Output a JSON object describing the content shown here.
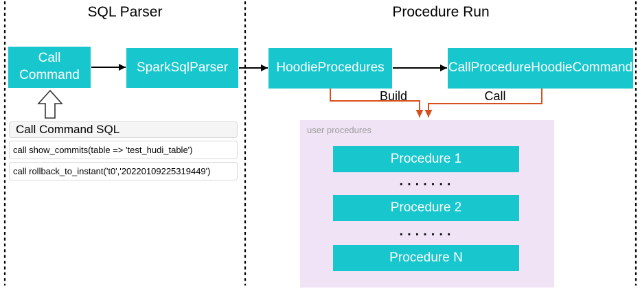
{
  "sections": {
    "sql_parser_title": "SQL Parser",
    "procedure_run_title": "Procedure Run"
  },
  "nodes": {
    "call_command": "Call Command",
    "spark_sql_parser": "SparkSqlParser",
    "hoodie_procedures": "HoodieProcedures",
    "call_procedure_hoodie_command": "CallProcedureHoodieCommand"
  },
  "sql_panel": {
    "header": "Call Command SQL",
    "rows": [
      "call show_commits(table => 'test_hudi_table')",
      "call rollback_to_instant('t0','20220109225319449')"
    ]
  },
  "edge_labels": {
    "build": "Build",
    "call": "Call"
  },
  "user_procedures": {
    "label": "user procedures",
    "items": [
      "Procedure 1",
      "Procedure 2",
      "Procedure N"
    ],
    "separator_dots": "......."
  },
  "colors": {
    "node_teal": "#17c7cd",
    "connector_orange": "#d6501e",
    "procedures_panel_pink": "#f0e3f5",
    "arrow_black": "#000000",
    "panel_header_gray": "#f5f5f5"
  }
}
